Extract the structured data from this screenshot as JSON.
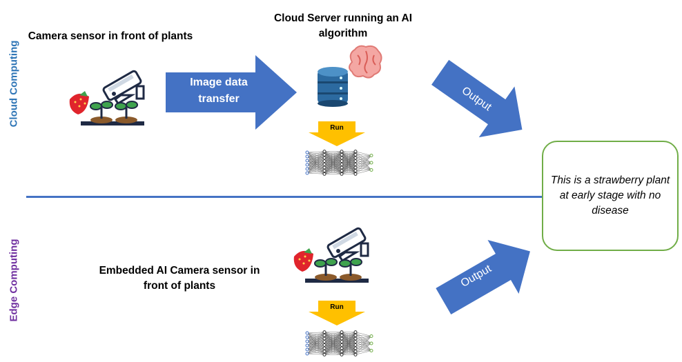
{
  "labels": {
    "cloud_side": "Cloud Computing",
    "edge_side": "Edge Computing"
  },
  "cloud": {
    "camera_title": "Camera sensor in front of plants",
    "server_title": "Cloud Server running an AI algorithm",
    "transfer_label": "Image data transfer",
    "run_label": "Run",
    "output_label": "Output"
  },
  "edge": {
    "camera_title": "Embedded AI Camera sensor in front of plants",
    "run_label": "Run",
    "output_label": "Output"
  },
  "result": {
    "text": "This is a strawberry plant at early stage with no disease"
  },
  "colors": {
    "cloud_label": "#2e75b6",
    "edge_label": "#7030a0",
    "arrow_blue": "#4472c4",
    "run_arrow": "#ffc000",
    "divider": "#4472c4",
    "output_border": "#70ad47"
  },
  "icons": [
    "camera-icon",
    "strawberry-plant-icon",
    "database-icon",
    "brain-icon",
    "neural-network-icon"
  ]
}
